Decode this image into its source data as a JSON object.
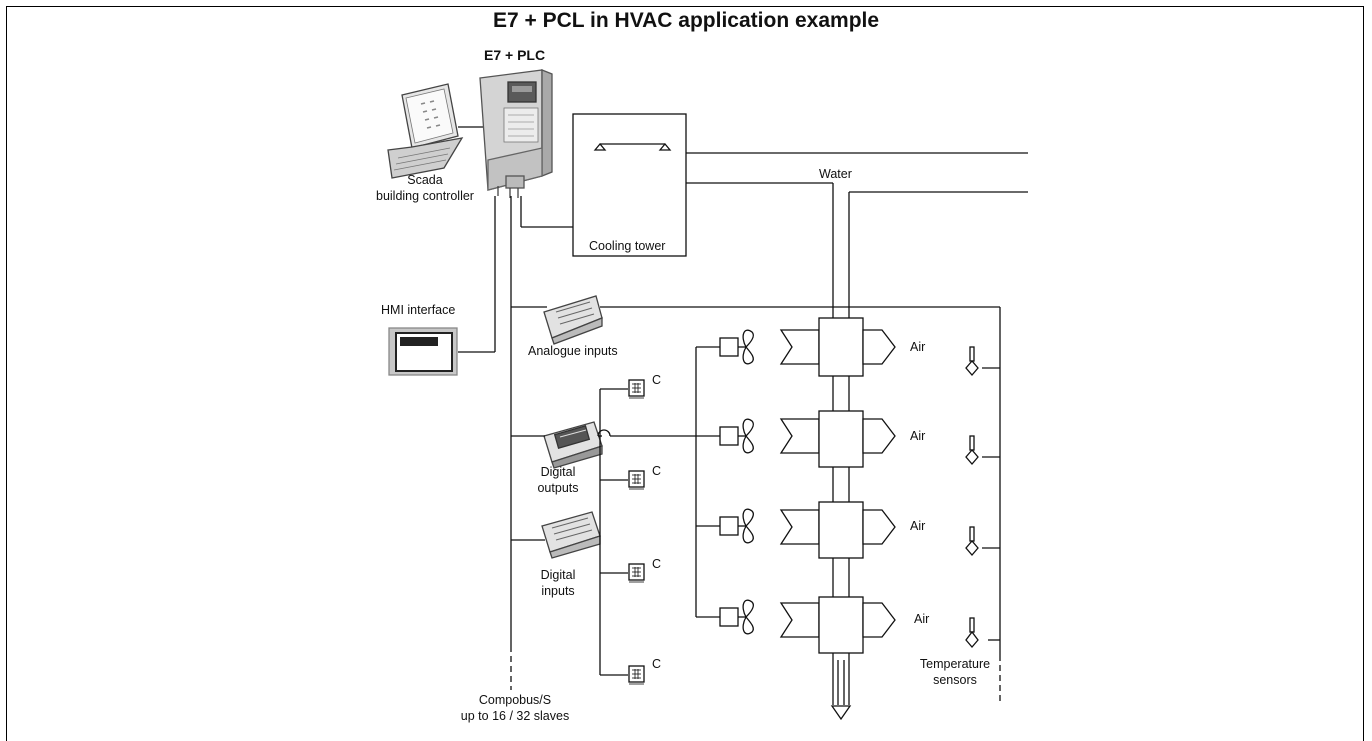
{
  "diagram": {
    "title": "E7 + PCL in HVAC application example",
    "drive_label": "E7 + PLC",
    "scada_label_line1": "Scada",
    "scada_label_line2": "building controller",
    "hmi_label": "HMI interface",
    "cooling_tower_label": "Cooling tower",
    "water_label": "Water",
    "analogue_inputs_label": "Analogue inputs",
    "digital_outputs_line1": "Digital",
    "digital_outputs_line2": "outputs",
    "digital_inputs_line1": "Digital",
    "digital_inputs_line2": "inputs",
    "compobus_line1": "Compobus/S",
    "compobus_line2": "up to 16 / 32 slaves",
    "air_labels": [
      "Air",
      "Air",
      "Air",
      "Air"
    ],
    "controller_labels": [
      "C",
      "C",
      "C",
      "C"
    ],
    "temperature_sensors_line1": "Temperature",
    "temperature_sensors_line2": "sensors"
  }
}
